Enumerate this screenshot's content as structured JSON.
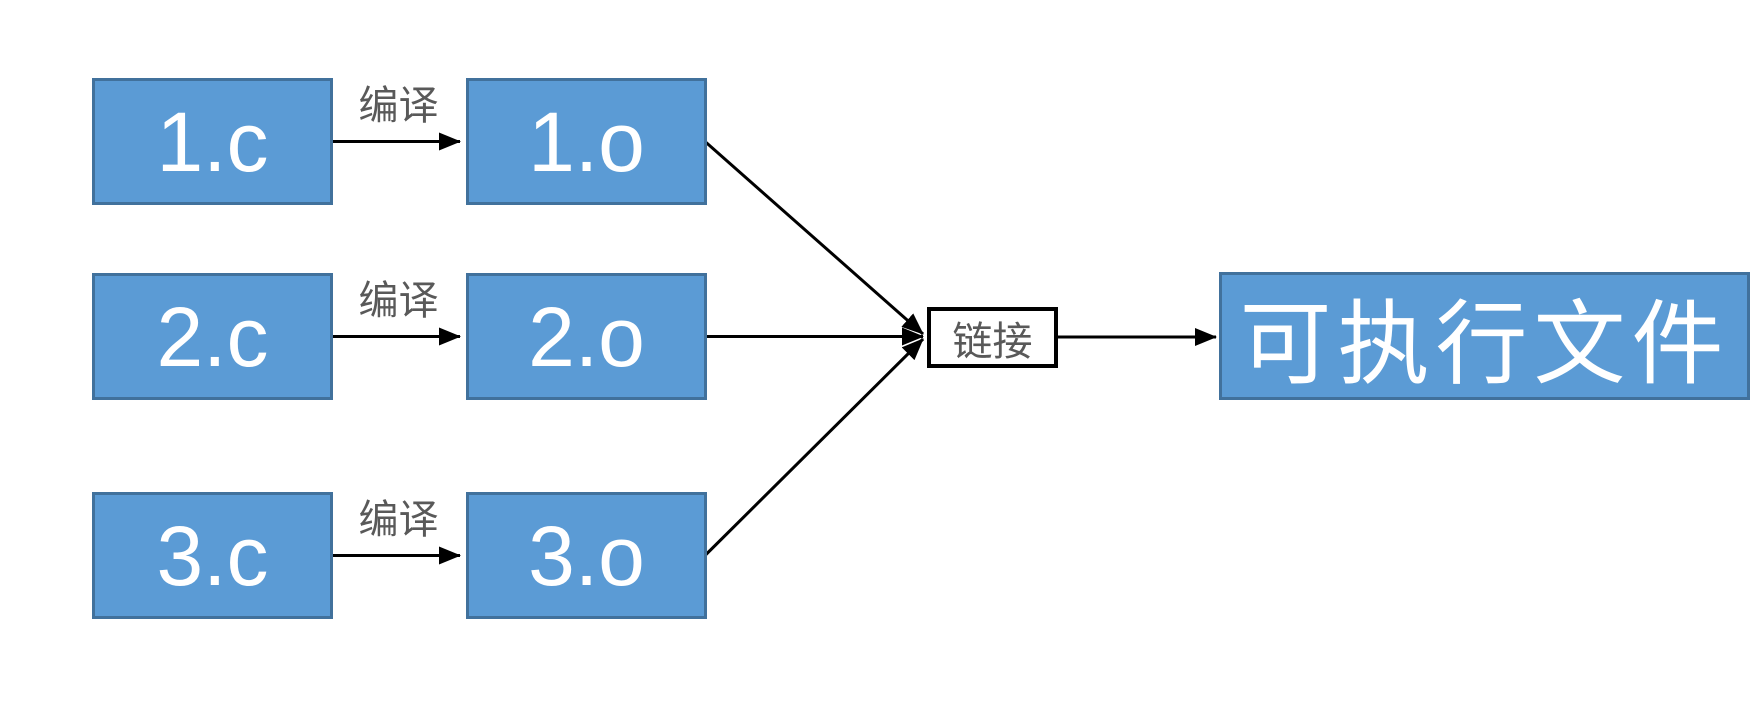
{
  "colors": {
    "box_fill": "#5b9bd5",
    "box_border": "#41719c",
    "node_text": "#ffffff",
    "connector": "#000000",
    "label_text": "#595959",
    "linker_fill": "#ffffff",
    "linker_border": "#000000",
    "background": "#ffffff"
  },
  "nodes": {
    "sources": [
      "1.c",
      "2.c",
      "3.c"
    ],
    "objects": [
      "1.o",
      "2.o",
      "3.o"
    ],
    "linker": "链接",
    "executable": "可执行文件"
  },
  "labels": {
    "compile": "编译"
  },
  "edges": [
    {
      "from": "1.c",
      "to": "1.o",
      "label": "编译"
    },
    {
      "from": "2.c",
      "to": "2.o",
      "label": "编译"
    },
    {
      "from": "3.c",
      "to": "3.o",
      "label": "编译"
    },
    {
      "from": "1.o",
      "to": "链接",
      "label": ""
    },
    {
      "from": "2.o",
      "to": "链接",
      "label": ""
    },
    {
      "from": "3.o",
      "to": "链接",
      "label": ""
    },
    {
      "from": "链接",
      "to": "可执行文件",
      "label": ""
    }
  ]
}
